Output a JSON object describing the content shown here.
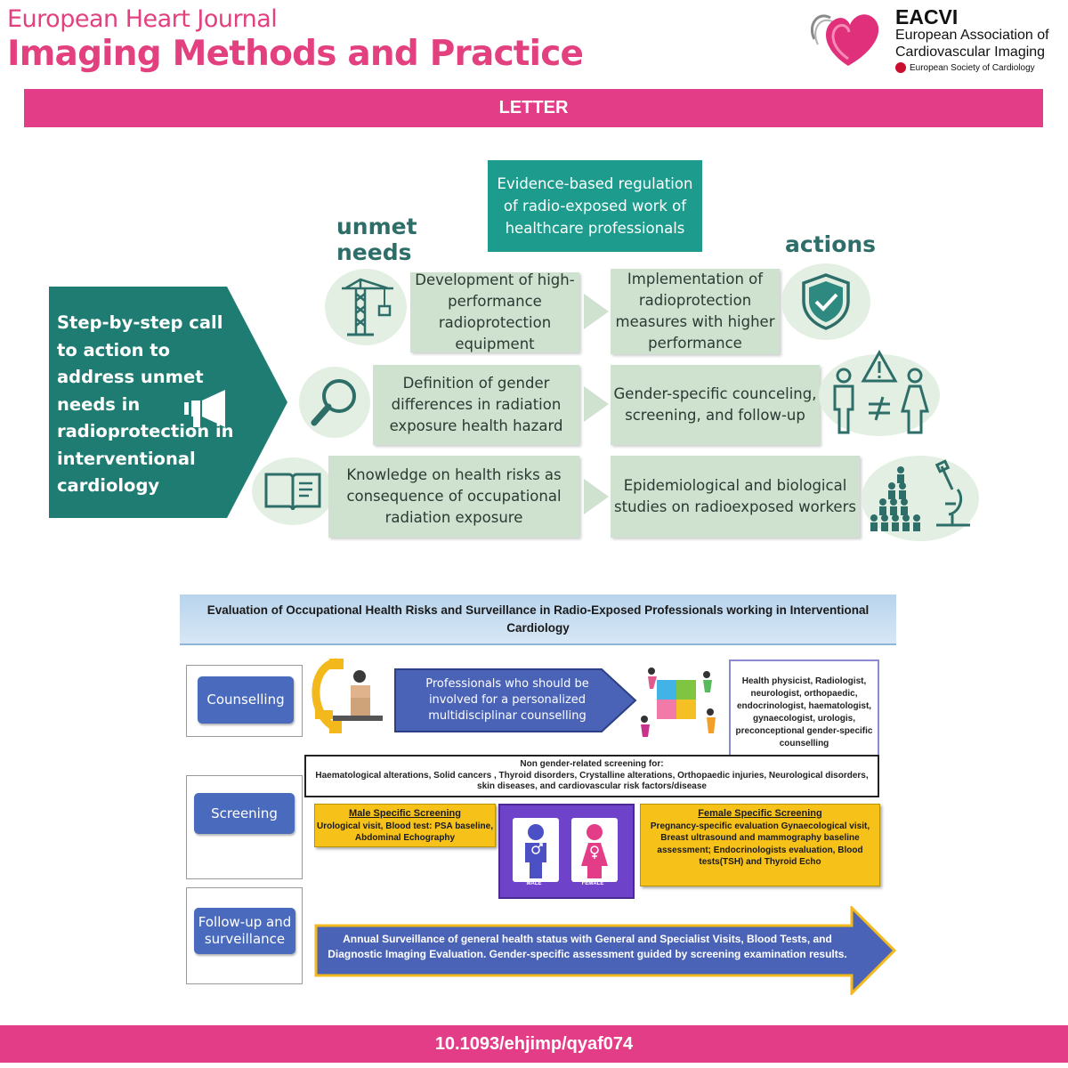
{
  "header": {
    "journal_top": "European Heart Journal",
    "journal_main": "Imaging Methods and Practice",
    "eacvi_title": "EACVI",
    "eacvi_line1": "European Association of",
    "eacvi_line2": "Cardiovascular Imaging",
    "esc_label": "European Society of Cardiology",
    "article_type": "LETTER"
  },
  "upper": {
    "center_box": "Evidence-based regulation of radio-exposed work of healthcare professionals",
    "label_unmet": "unmet needs",
    "label_actions": "actions",
    "call_to_action": "Step-by-step call to action to address unmet needs in radioprotection in interventional cardiology",
    "rows": [
      {
        "need": "Development of high-performance radioprotection equipment",
        "action": "Implementation of radioprotection measures with higher performance",
        "need_icon": "crane-icon",
        "action_icon": "shield-check-icon"
      },
      {
        "need": "Definition of gender differences in radiation exposure health hazard",
        "action": "Gender-specific counceling, screening, and follow-up",
        "need_icon": "magnifier-icon",
        "action_icon": "gender-warning-icon"
      },
      {
        "need": "Knowledge on health risks as consequence of occupational radiation exposure",
        "action": "Epidemiological and biological studies on radioexposed workers",
        "need_icon": "book-icon",
        "action_icon": "population-microscope-icon"
      }
    ]
  },
  "lower": {
    "title": "Evaluation of Occupational Health Risks and Surveillance in Radio-Exposed Professionals working in Interventional Cardiology",
    "counselling_label": "Counselling",
    "counselling_arrow": "Professionals who should be involved for a personalized multidisciplinar counselling",
    "professionals": "Health physicist, Radiologist, neurologist, orthopaedic, endocrinologist, haematologist, gynaecologist, urologis, preconceptional gender-specific counselling",
    "screening_label": "Screening",
    "non_gender_title": "Non gender-related screening for:",
    "non_gender_text": "Haematological alterations, Solid cancers , Thyroid disorders, Crystalline alterations, Orthopaedic injuries, Neurological disorders, skin diseases, and cardiovascular risk factors/disease",
    "male_title": "Male Specific Screening",
    "male_text": "Urological visit, Blood test: PSA baseline, Abdominal Echography",
    "male_symbol_label": "MALE",
    "female_symbol_label": "FEMALE",
    "female_title": "Female Specific Screening",
    "female_text": "Pregnancy-specific evaluation Gynaecological visit, Breast ultrasound and mammography baseline assessment; Endocrinologists evaluation, Blood tests(TSH) and Thyroid Echo",
    "followup_label": "Follow-up and surveillance",
    "followup_text": "Annual Surveillance of general health status with General and Specialist Visits, Blood Tests, and Diagnostic Imaging Evaluation. Gender-specific assessment guided by screening examination results."
  },
  "footer": {
    "doi": "10.1093/ehjimp/qyaf074"
  },
  "colors": {
    "brand_pink": "#e43d87",
    "teal": "#1d9c8e",
    "dark_teal": "#1f7c72",
    "box_green": "#cfe1cf",
    "button_blue": "#4a6bbd",
    "screening_yellow": "#f6c21a",
    "gender_purple": "#6f43c9"
  }
}
